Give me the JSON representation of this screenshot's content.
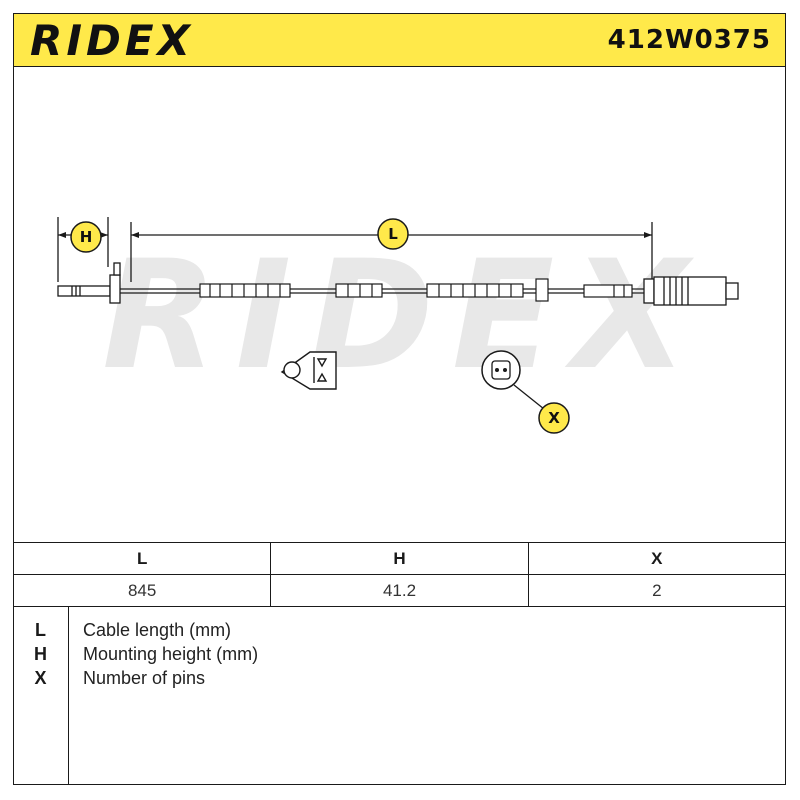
{
  "header": {
    "brand": "RIDEX",
    "part_number": "412W0375"
  },
  "drawing": {
    "watermark": "RIDEX",
    "dimension_labels": {
      "h": "H",
      "l": "L",
      "x": "X"
    }
  },
  "table": {
    "headers": [
      "L",
      "H",
      "X"
    ],
    "values": [
      "845",
      "41.2",
      "2"
    ]
  },
  "legend": [
    {
      "key": "L",
      "description": "Cable length (mm)"
    },
    {
      "key": "H",
      "description": "Mounting height (mm)"
    },
    {
      "key": "X",
      "description": "Number of pins"
    }
  ],
  "colors": {
    "header_bg": "#ffe94a",
    "badge_bg": "#ffe94a",
    "line": "#1a1a1a",
    "watermark": "#e6e6e6"
  }
}
